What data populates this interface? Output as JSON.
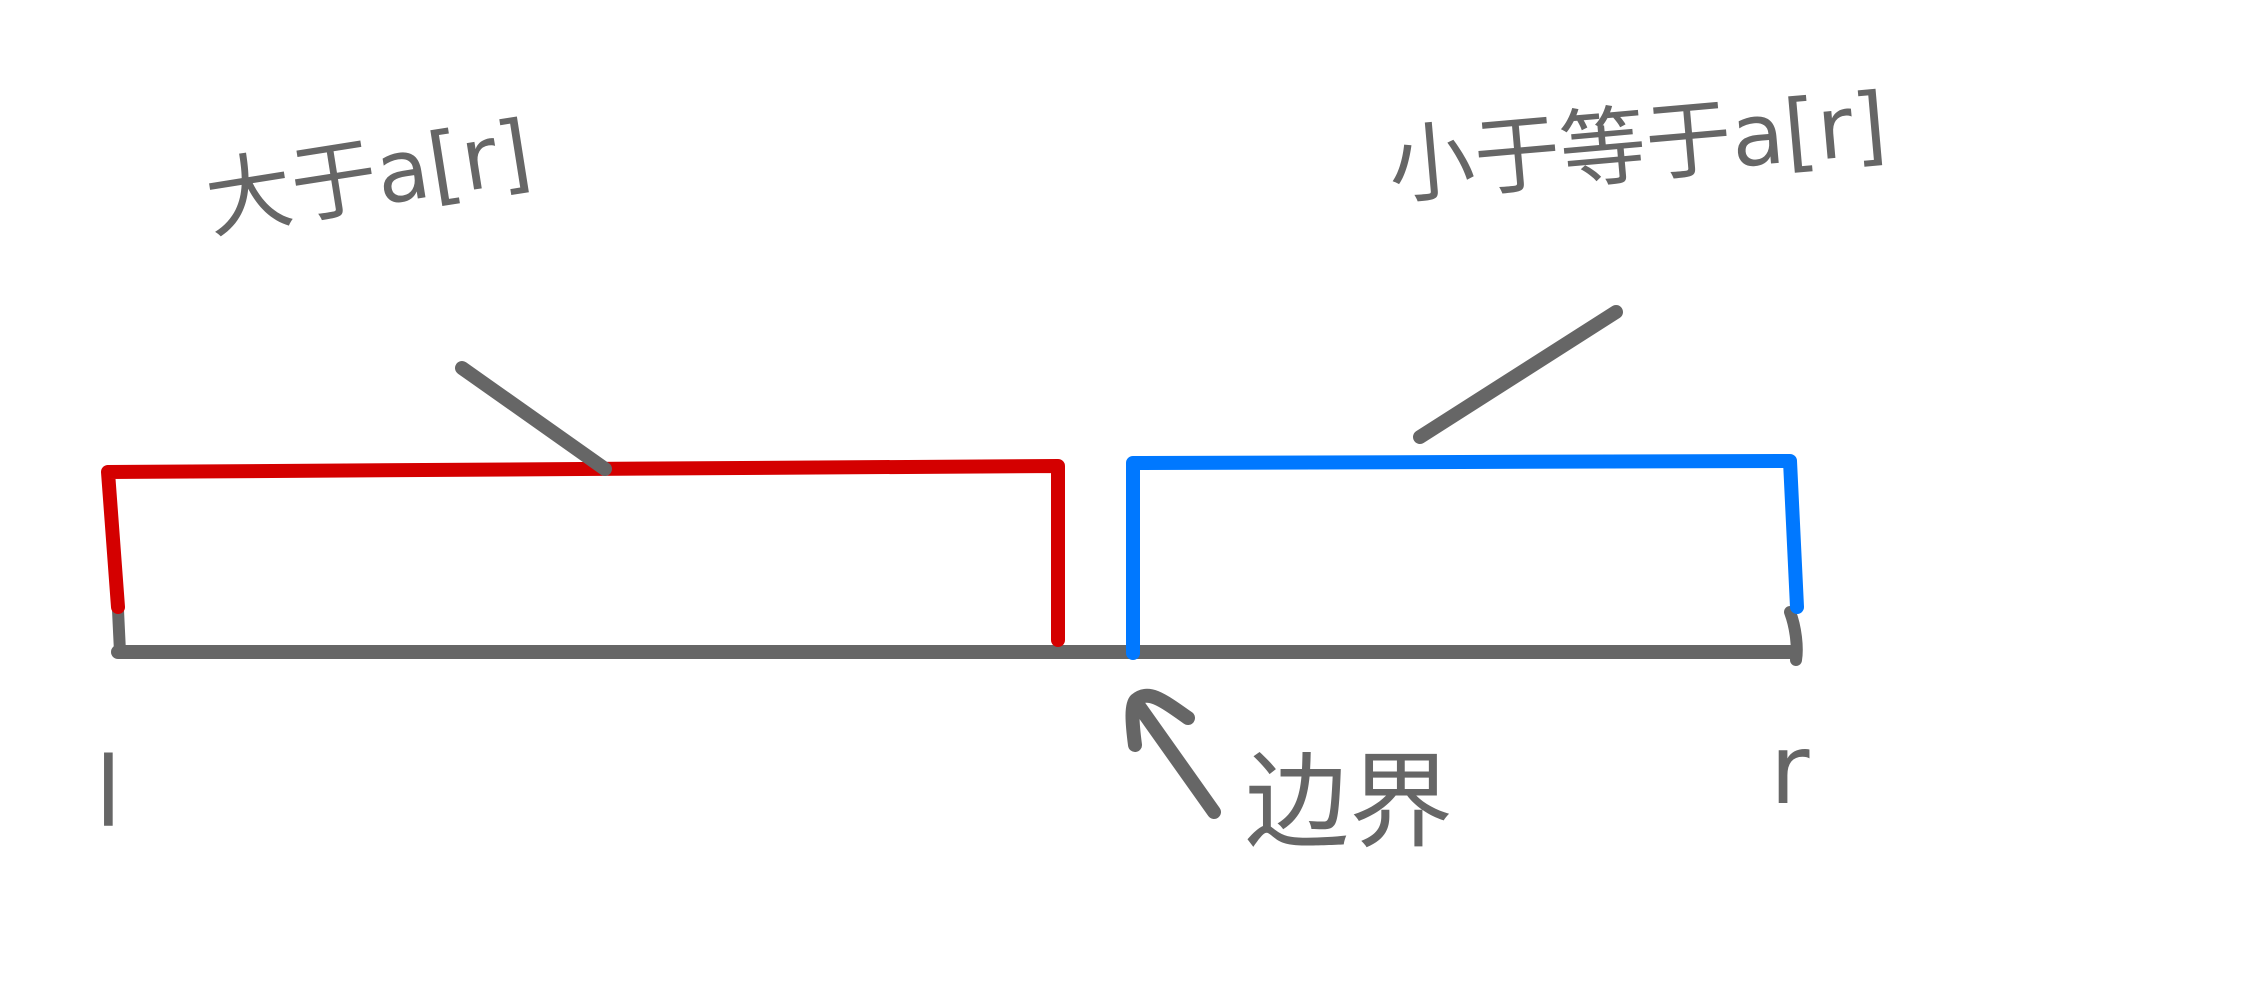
{
  "annotations": {
    "left_label": "大于a[r]",
    "right_label": "小于等于a[r]",
    "boundary_label": "边界"
  },
  "endpoints": {
    "left": "l",
    "right": "r"
  },
  "colors": {
    "axis": "#666666",
    "greater_segment": "#d40000",
    "less_equal_segment": "#0078ff",
    "background": "#ffffff"
  }
}
